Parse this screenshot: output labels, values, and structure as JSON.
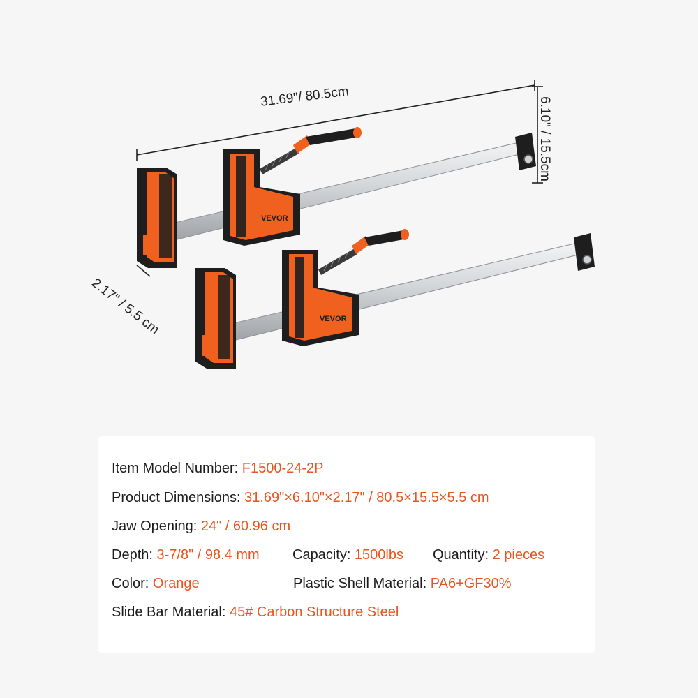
{
  "colors": {
    "accent": "#e8561f",
    "clamp_orange": "#f0601e",
    "jaw_black": "#1e1e1e",
    "bar_silver": "#c9ccd0",
    "background": "#f6f6f6",
    "card": "#ffffff"
  },
  "dimensions": {
    "length": "31.69\"/ 80.5cm",
    "height": "6.10\" / 15.5cm",
    "depth": "2.17\" / 5.5 cm"
  },
  "brand": {
    "logo_text": "VEVOR"
  },
  "specs": {
    "model": {
      "label": "Item Model Number: ",
      "value": "F1500-24-2P"
    },
    "dimensions": {
      "label": "Product Dimensions: ",
      "value": "31.69\"×6.10\"×2.17\" / 80.5×15.5×5.5 cm"
    },
    "jaw": {
      "label": "Jaw Opening: ",
      "value": "24\" / 60.96 cm"
    },
    "depth": {
      "label": "Depth: ",
      "value": "3-7/8\" / 98.4 mm"
    },
    "capacity": {
      "label": "Capacity: ",
      "value": "1500lbs"
    },
    "quantity": {
      "label": "Quantity:  ",
      "value": "2 pieces"
    },
    "color": {
      "label": "Color: ",
      "value": "Orange"
    },
    "shell": {
      "label": "Plastic Shell Material: ",
      "value": "PA6+GF30%"
    },
    "bar": {
      "label": "Slide Bar Material: ",
      "value": "45# Carbon Structure Steel"
    }
  }
}
